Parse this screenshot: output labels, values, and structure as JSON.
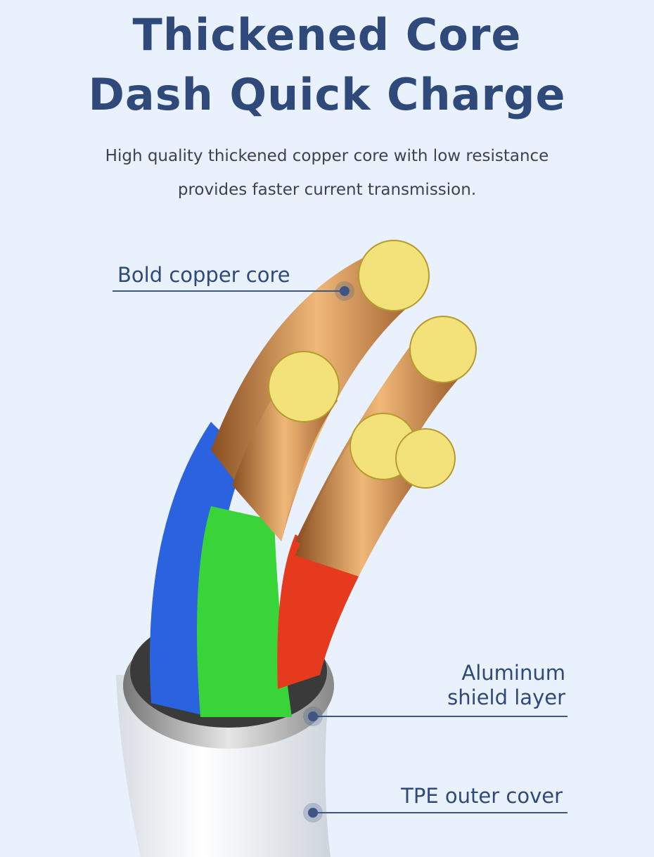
{
  "title": {
    "line1": "Thickened Core",
    "line2": "Dash Quick Charge"
  },
  "subtitle": {
    "line1": "High quality thickened copper core with low resistance",
    "line2": "provides faster current transmission."
  },
  "labels": {
    "copper": "Bold copper core",
    "shield_line1": "Aluminum",
    "shield_line2": "shield layer",
    "cover": "TPE outer cover"
  },
  "colors": {
    "background": "#e9f1fc",
    "accent": "#2f4a7a",
    "wire_blue": "#2a62e0",
    "wire_green": "#38d43a",
    "wire_red": "#e63a1e",
    "copper": "#c9884a"
  }
}
